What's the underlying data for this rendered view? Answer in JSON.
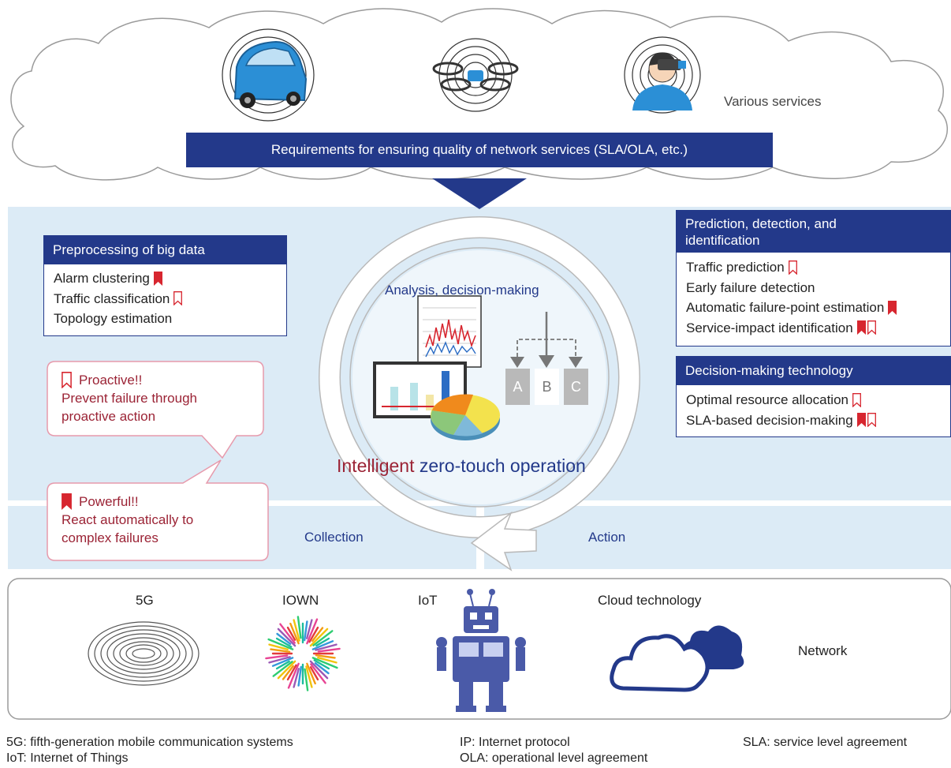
{
  "top": {
    "various_services": "Various services",
    "requirements_banner": "Requirements for ensuring quality of network services (SLA/OLA, etc.)"
  },
  "preprocessing": {
    "title": "Preprocessing of big data",
    "items": [
      {
        "label": "Alarm clustering",
        "flags": [
          "powerful"
        ]
      },
      {
        "label": "Traffic classification",
        "flags": [
          "proactive"
        ]
      },
      {
        "label": "Topology estimation",
        "flags": []
      }
    ]
  },
  "prediction": {
    "title_line1": "Prediction, detection, and",
    "title_line2": "identification",
    "items": [
      {
        "label": "Traffic prediction",
        "flags": [
          "proactive"
        ]
      },
      {
        "label": "Early failure detection",
        "flags": []
      },
      {
        "label": "Automatic failure-point estimation",
        "flags": [
          "powerful"
        ]
      },
      {
        "label": "Service-impact identification",
        "flags": [
          "powerful",
          "proactive"
        ]
      }
    ]
  },
  "decision": {
    "title": "Decision-making technology",
    "items": [
      {
        "label": "Optimal resource allocation",
        "flags": [
          "proactive"
        ]
      },
      {
        "label": "SLA-based decision-making",
        "flags": [
          "powerful",
          "proactive"
        ]
      }
    ]
  },
  "center": {
    "analysis_label": "Analysis, decision-making",
    "option_a": "A",
    "option_b": "B",
    "option_c": "C",
    "title_part1": "Intelligent",
    "title_part2": "zero-touch operation"
  },
  "callouts": {
    "proactive": {
      "title": "Proactive!!",
      "line2": "Prevent failure through",
      "line3": "proactive action"
    },
    "powerful": {
      "title": "Powerful!!",
      "line2": "React automatically to",
      "line3": "complex failures"
    }
  },
  "cycle": {
    "collection": "Collection",
    "action": "Action"
  },
  "network": {
    "label": "Network",
    "items": [
      {
        "label": "5G",
        "icon": "concentric-ellipses-icon"
      },
      {
        "label": "IOWN",
        "icon": "starburst-icon"
      },
      {
        "label": "IoT",
        "icon": "robot-icon"
      },
      {
        "label": "Cloud technology",
        "icon": "cloud-icon"
      }
    ]
  },
  "footnotes": {
    "col1": [
      "5G: fifth-generation mobile communication systems",
      "IoT: Internet of Things"
    ],
    "col2": [
      "IP: Internet protocol",
      "OLA: operational level agreement"
    ],
    "col3": [
      "SLA: service level agreement"
    ]
  },
  "colors": {
    "navy": "#23398a",
    "light_blue_bg": "#dcebf6",
    "powerful_red": "#d7262f",
    "callout_text": "#9b2335",
    "callout_border": "#e79aac",
    "intelligent_text": "#9b2335",
    "zero_touch_text": "#23398a"
  }
}
